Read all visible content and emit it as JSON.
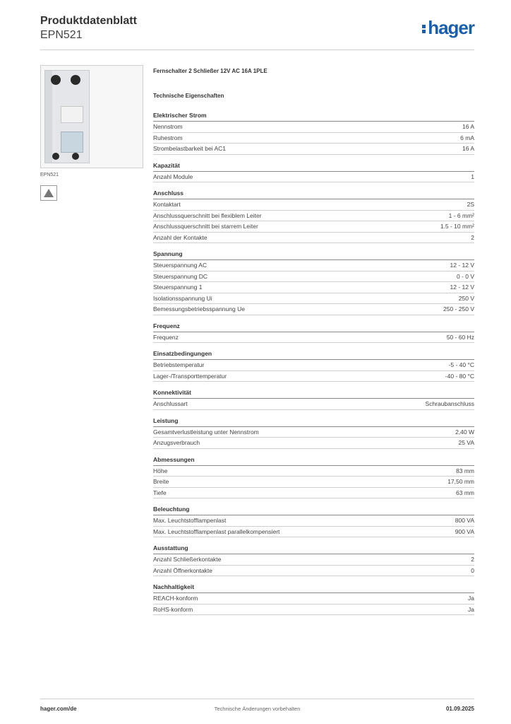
{
  "header": {
    "title": "Produktdatenblatt",
    "subtitle": "EPN521",
    "logo": "hager"
  },
  "image": {
    "caption": "EPN521",
    "cert_icon": "certification-mark-icon"
  },
  "product": {
    "name": "Fernschalter 2 Schließer 12V AC 16A 1PLE",
    "section_title": "Technische Eigenschaften"
  },
  "groups": [
    {
      "title": "Elektrischer Strom",
      "rows": [
        {
          "k": "Nennstrom",
          "v": "16 A"
        },
        {
          "k": "Ruhestrom",
          "v": "6 mA"
        },
        {
          "k": "Strombelastbarkeit bei AC1",
          "v": "16 A"
        }
      ]
    },
    {
      "title": "Kapazität",
      "rows": [
        {
          "k": "Anzahl Module",
          "v": "1"
        }
      ]
    },
    {
      "title": "Anschluss",
      "rows": [
        {
          "k": "Kontaktart",
          "v": "2S"
        },
        {
          "k": "Anschlussquerschnitt bei flexiblem Leiter",
          "v": "1 - 6 mm²"
        },
        {
          "k": "Anschlussquerschnitt bei starrem Leiter",
          "v": "1.5 - 10 mm²"
        },
        {
          "k": "Anzahl der Kontakte",
          "v": "2"
        }
      ]
    },
    {
      "title": "Spannung",
      "rows": [
        {
          "k": "Steuerspannung AC",
          "v": "12 - 12 V"
        },
        {
          "k": "Steuerspannung DC",
          "v": "0 - 0 V"
        },
        {
          "k": "Steuerspannung 1",
          "v": "12 - 12 V"
        },
        {
          "k": "Isolationsspannung Ui",
          "v": "250 V"
        },
        {
          "k": "Bemessungsbetriebsspannung Ue",
          "v": "250 - 250 V"
        }
      ]
    },
    {
      "title": "Frequenz",
      "rows": [
        {
          "k": "Frequenz",
          "v": "50 - 60 Hz"
        }
      ]
    },
    {
      "title": "Einsatzbedingungen",
      "rows": [
        {
          "k": "Betriebstemperatur",
          "v": "-5 - 40 °C"
        },
        {
          "k": "Lager-/Transporttemperatur",
          "v": "-40 - 80 °C"
        }
      ]
    },
    {
      "title": "Konnektivität",
      "rows": [
        {
          "k": "Anschlussart",
          "v": "Schraubanschluss"
        }
      ]
    },
    {
      "title": "Leistung",
      "rows": [
        {
          "k": "Gesamtverlustleistung unter Nennstrom",
          "v": "2,40 W"
        },
        {
          "k": "Anzugsverbrauch",
          "v": "25 VA"
        }
      ]
    },
    {
      "title": "Abmessungen",
      "rows": [
        {
          "k": "Höhe",
          "v": "83 mm"
        },
        {
          "k": "Breite",
          "v": "17,50 mm"
        },
        {
          "k": "Tiefe",
          "v": "63 mm"
        }
      ]
    },
    {
      "title": "Beleuchtung",
      "rows": [
        {
          "k": "Max. Leuchtstofflampenlast",
          "v": "800 VA"
        },
        {
          "k": "Max. Leuchtstofflampenlast parallelkompensiert",
          "v": "900 VA"
        }
      ]
    },
    {
      "title": "Ausstattung",
      "rows": [
        {
          "k": "Anzahl Schließerkontakte",
          "v": "2"
        },
        {
          "k": "Anzahl Öffnerkontakte",
          "v": "0"
        }
      ]
    },
    {
      "title": "Nachhaltigkeit",
      "rows": [
        {
          "k": "REACH-konform",
          "v": "Ja"
        },
        {
          "k": "RoHS-konform",
          "v": "Ja"
        }
      ]
    }
  ],
  "footer": {
    "site": "hager.com/de",
    "notice": "Technische Änderungen vorbehalten",
    "date": "01.09.2025"
  },
  "colors": {
    "brand": "#1c5fa8",
    "text": "#333333",
    "rule": "#8a8a8a"
  }
}
